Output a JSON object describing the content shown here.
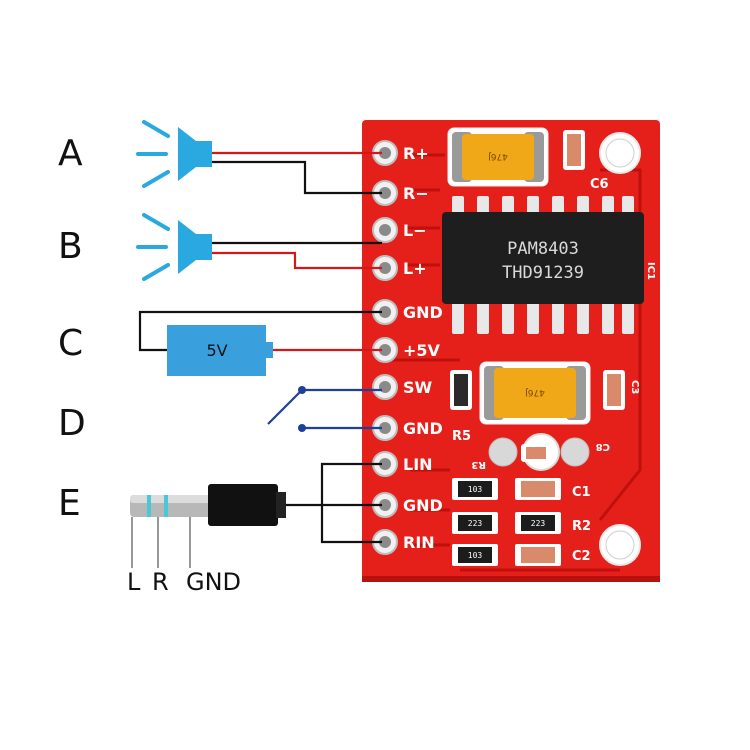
{
  "rows": [
    {
      "letter": "A",
      "device": "speaker",
      "target": "Right speaker channel"
    },
    {
      "letter": "B",
      "device": "speaker",
      "target": "Left speaker channel"
    },
    {
      "letter": "C",
      "device": "battery",
      "target": "Power supply"
    },
    {
      "letter": "D",
      "device": "switch",
      "target": "Switch"
    },
    {
      "letter": "E",
      "device": "audio-jack",
      "target": "Audio input"
    }
  ],
  "pins": [
    "R+",
    "R−",
    "L−",
    "L+",
    "GND",
    "+5V",
    "SW",
    "GND",
    "LIN",
    "GND",
    "RIN"
  ],
  "battery_label": "5V",
  "jack_labels": {
    "l": "L",
    "r": "R",
    "gnd": "GND"
  },
  "chip": {
    "line1": "PAM8403",
    "line2": "THD91239"
  },
  "capacitor_marking": "476J",
  "resistors": {
    "r1": "103",
    "r2": "223",
    "r3": "223",
    "r4": "103"
  },
  "silkscreen": {
    "c6": "C6",
    "c1_chip": "IC1",
    "r5": "R5",
    "r3": "R3",
    "c8": "C8",
    "c1": "C1",
    "r2": "R2",
    "c2": "C2",
    "c3": "C3"
  },
  "colors": {
    "pcb": "#e5201b",
    "wire_red": "#d21818",
    "wire_black": "#111111",
    "wire_blue": "#1f3f9a",
    "speaker": "#2aa8e0",
    "battery": "#3a9fdd",
    "chip": "#1e1e1e"
  }
}
